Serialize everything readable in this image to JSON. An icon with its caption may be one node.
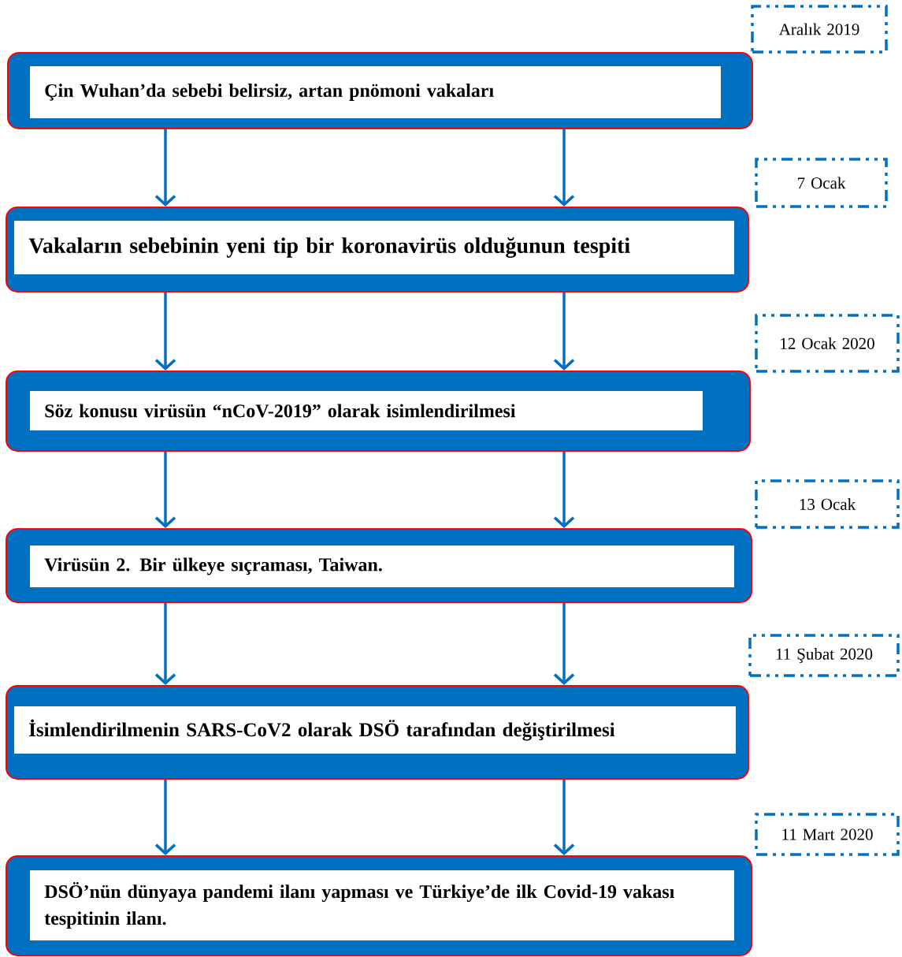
{
  "diagram": {
    "nodes": [
      {
        "text": [
          "Aralık 2019"
        ]
      },
      {
        "text": [
          "Çin Wuhan’da sebebi belirsiz, artan pnömoni vakaları"
        ]
      },
      {
        "text": [
          "7 Ocak"
        ]
      },
      {
        "text": [
          "Vakaların sebebinin yeni tip bir koronavirüs olduğunun tespiti"
        ]
      },
      {
        "text": [
          "12 Ocak 2020"
        ]
      },
      {
        "text": [
          "Söz konusu virüsün “nCoV-2019” olarak isimlendirilmesi"
        ]
      },
      {
        "text": [
          "13 Ocak"
        ]
      },
      {
        "text": [
          "Virüsün 2. Bir ülkeye sıçraması, Taiwan."
        ]
      },
      {
        "text": [
          "11 Şubat 2020"
        ]
      },
      {
        "text": [
          "İsimlendirilmenin SARS-CoV2 olarak DSÖ tarafından değiştirilmesi"
        ]
      },
      {
        "text": [
          "11 Mart 2020"
        ]
      },
      {
        "text": [
          "DSÖ’nün dünyaya pandemi ilanı yapması ve Türkiye’de ilk Covid-19 vakası tespitinin ilanı."
        ]
      }
    ],
    "edges": [
      {
        "from": 1,
        "to": 3,
        "arrow": "to"
      },
      {
        "from": 1,
        "to": 3,
        "arrow": "to"
      },
      {
        "from": 3,
        "to": 5,
        "arrow": "to"
      },
      {
        "from": 3,
        "to": 5,
        "arrow": "to"
      },
      {
        "from": 5,
        "to": 7,
        "arrow": "to"
      },
      {
        "from": 5,
        "to": 7,
        "arrow": "to"
      },
      {
        "from": 7,
        "to": 9,
        "arrow": "to"
      },
      {
        "from": 7,
        "to": 9,
        "arrow": "to"
      },
      {
        "from": 9,
        "to": 11,
        "arrow": "to"
      },
      {
        "from": 9,
        "to": 11,
        "arrow": "to"
      }
    ]
  }
}
